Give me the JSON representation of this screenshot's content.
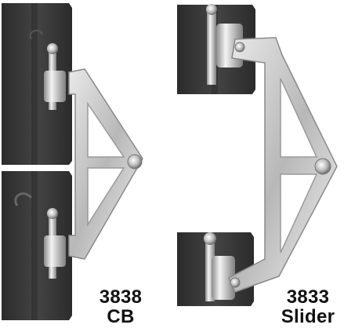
{
  "products": [
    {
      "model_number": "3838",
      "model_name": "CB"
    },
    {
      "model_number": "3833",
      "model_name": "Slider"
    }
  ],
  "colors": {
    "background": "#ffffff",
    "rubber_pad": "#3a3a3a",
    "rubber_pad_dark": "#262626",
    "chrome_light": "#f2f2f2",
    "chrome_mid": "#c8c8c8",
    "chrome_dark": "#8c8c8c",
    "label_text": "#111111"
  }
}
